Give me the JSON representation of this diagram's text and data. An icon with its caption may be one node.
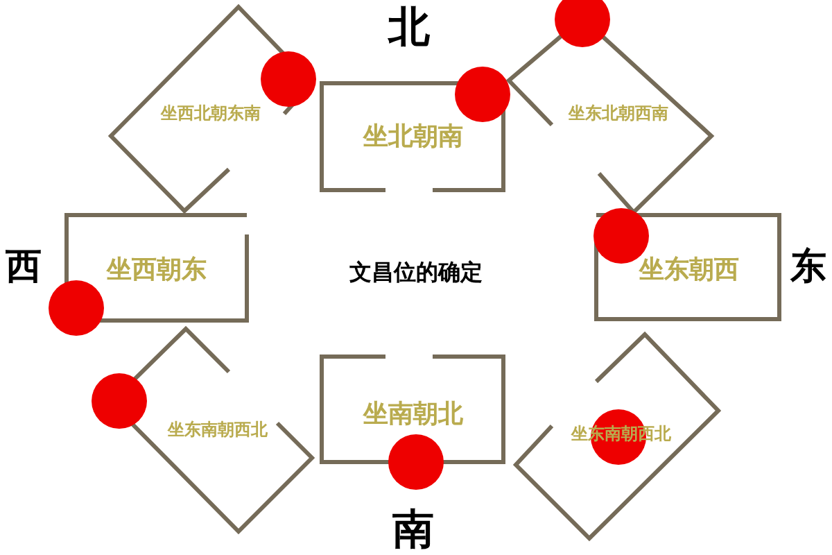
{
  "diagram": {
    "nodes": [
      {
        "text": [
          "坐西北朝东南"
        ]
      },
      {
        "text": [
          "坐北朝南"
        ]
      },
      {
        "text": [
          "坐东北朝西南"
        ]
      },
      {
        "text": [
          "坐西朝东"
        ]
      },
      {
        "text": [
          "坐东朝西"
        ]
      },
      {
        "text": [
          "坐东南朝西北"
        ]
      },
      {
        "text": [
          "坐南朝北"
        ]
      },
      {
        "text": [
          "坐东南朝西北"
        ]
      }
    ],
    "labels": [
      "北",
      "西",
      "文昌位的确定",
      "东",
      "南"
    ]
  }
}
